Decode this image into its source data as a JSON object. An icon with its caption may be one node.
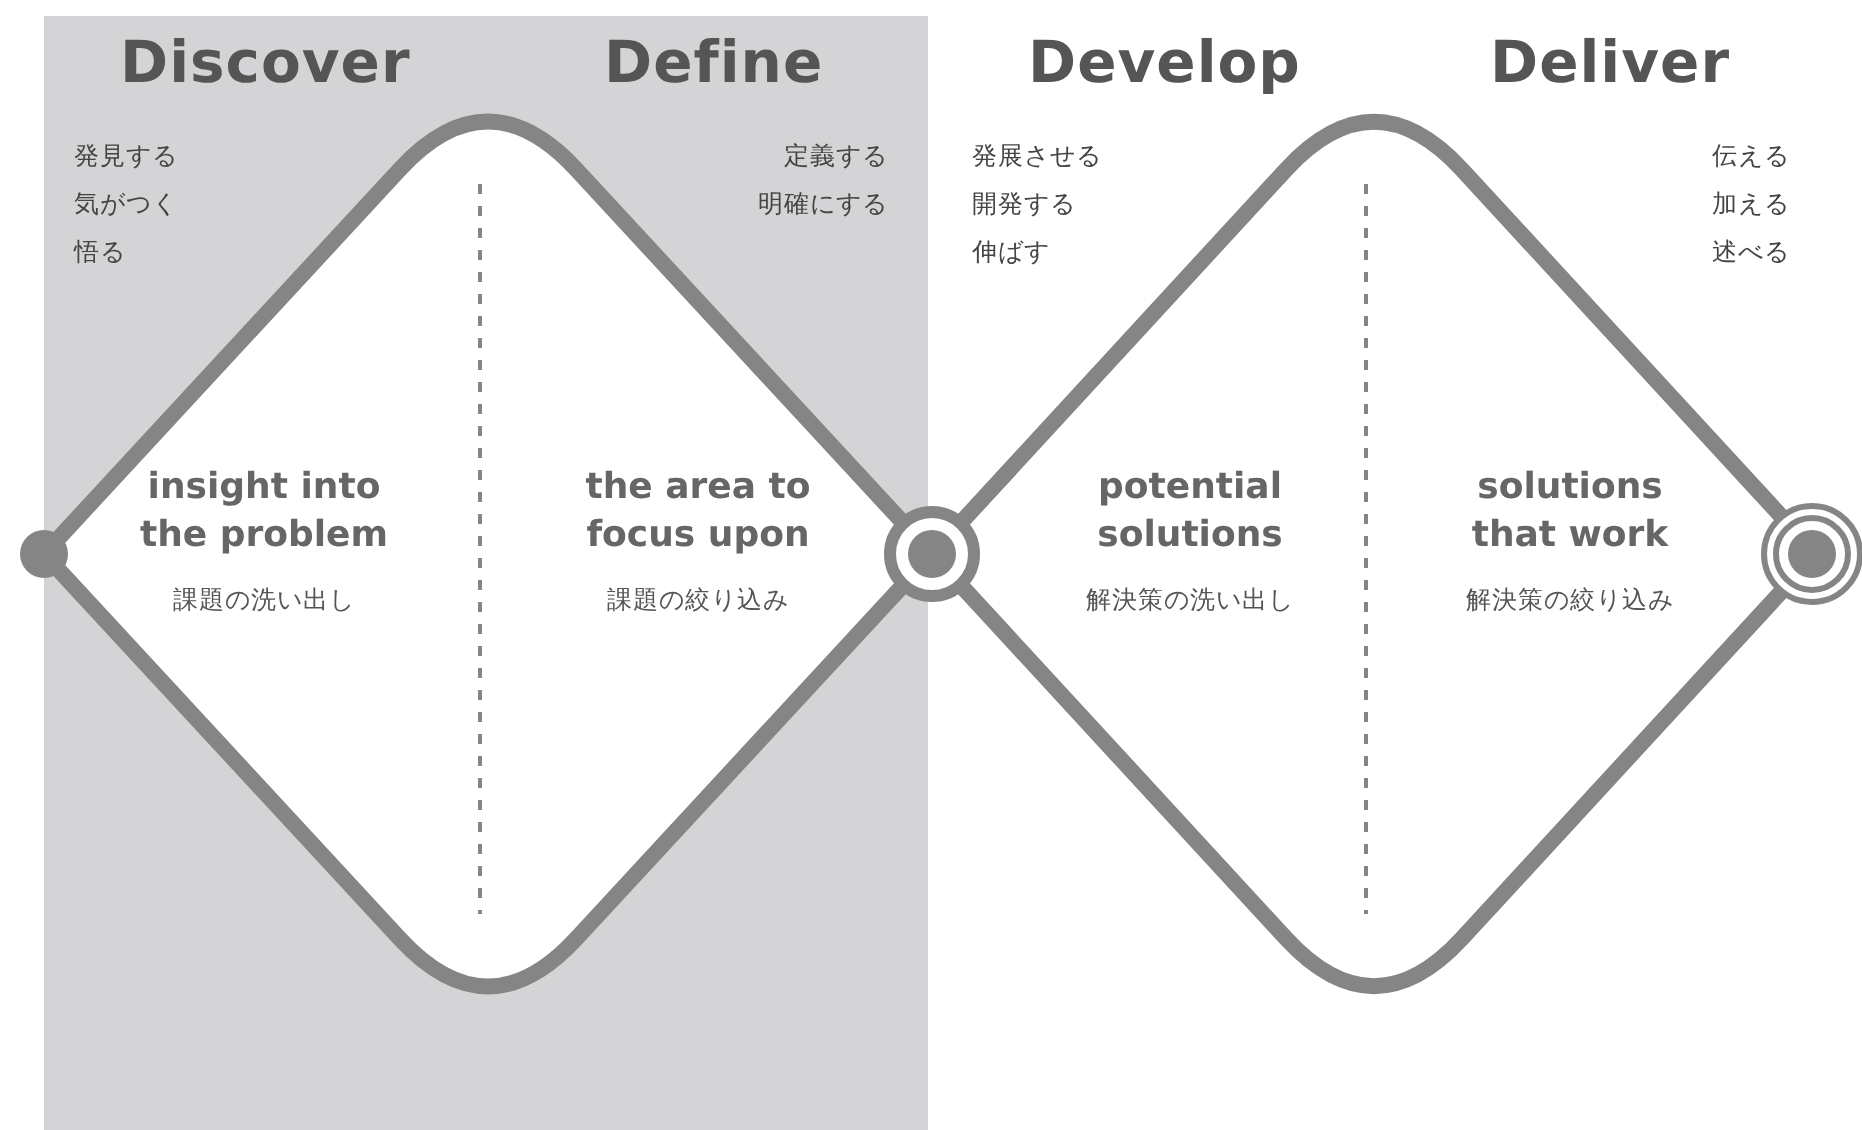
{
  "diagram": {
    "nodes": [
      {
        "text": [
          "insight into the problem",
          "課題の洗い出し",
          "the area to focus upon",
          "課題の絞り込み"
        ]
      },
      {
        "text": [
          "potential solutions",
          "解決策の洗い出し",
          "solutions that work",
          "解決策の絞り込み"
        ]
      },
      {
        "text": [],
        "shape": "circle"
      },
      {
        "text": [],
        "shape": "circle"
      },
      {
        "text": [],
        "shape": "circle"
      }
    ],
    "labels": [
      "Discover",
      "Define",
      "Develop",
      "Deliver",
      "発見する",
      "気がつく",
      "悟る",
      "定義する",
      "明確にする",
      "発展させる",
      "開発する",
      "伸ばす",
      "伝える",
      "加える",
      "述べる"
    ]
  }
}
